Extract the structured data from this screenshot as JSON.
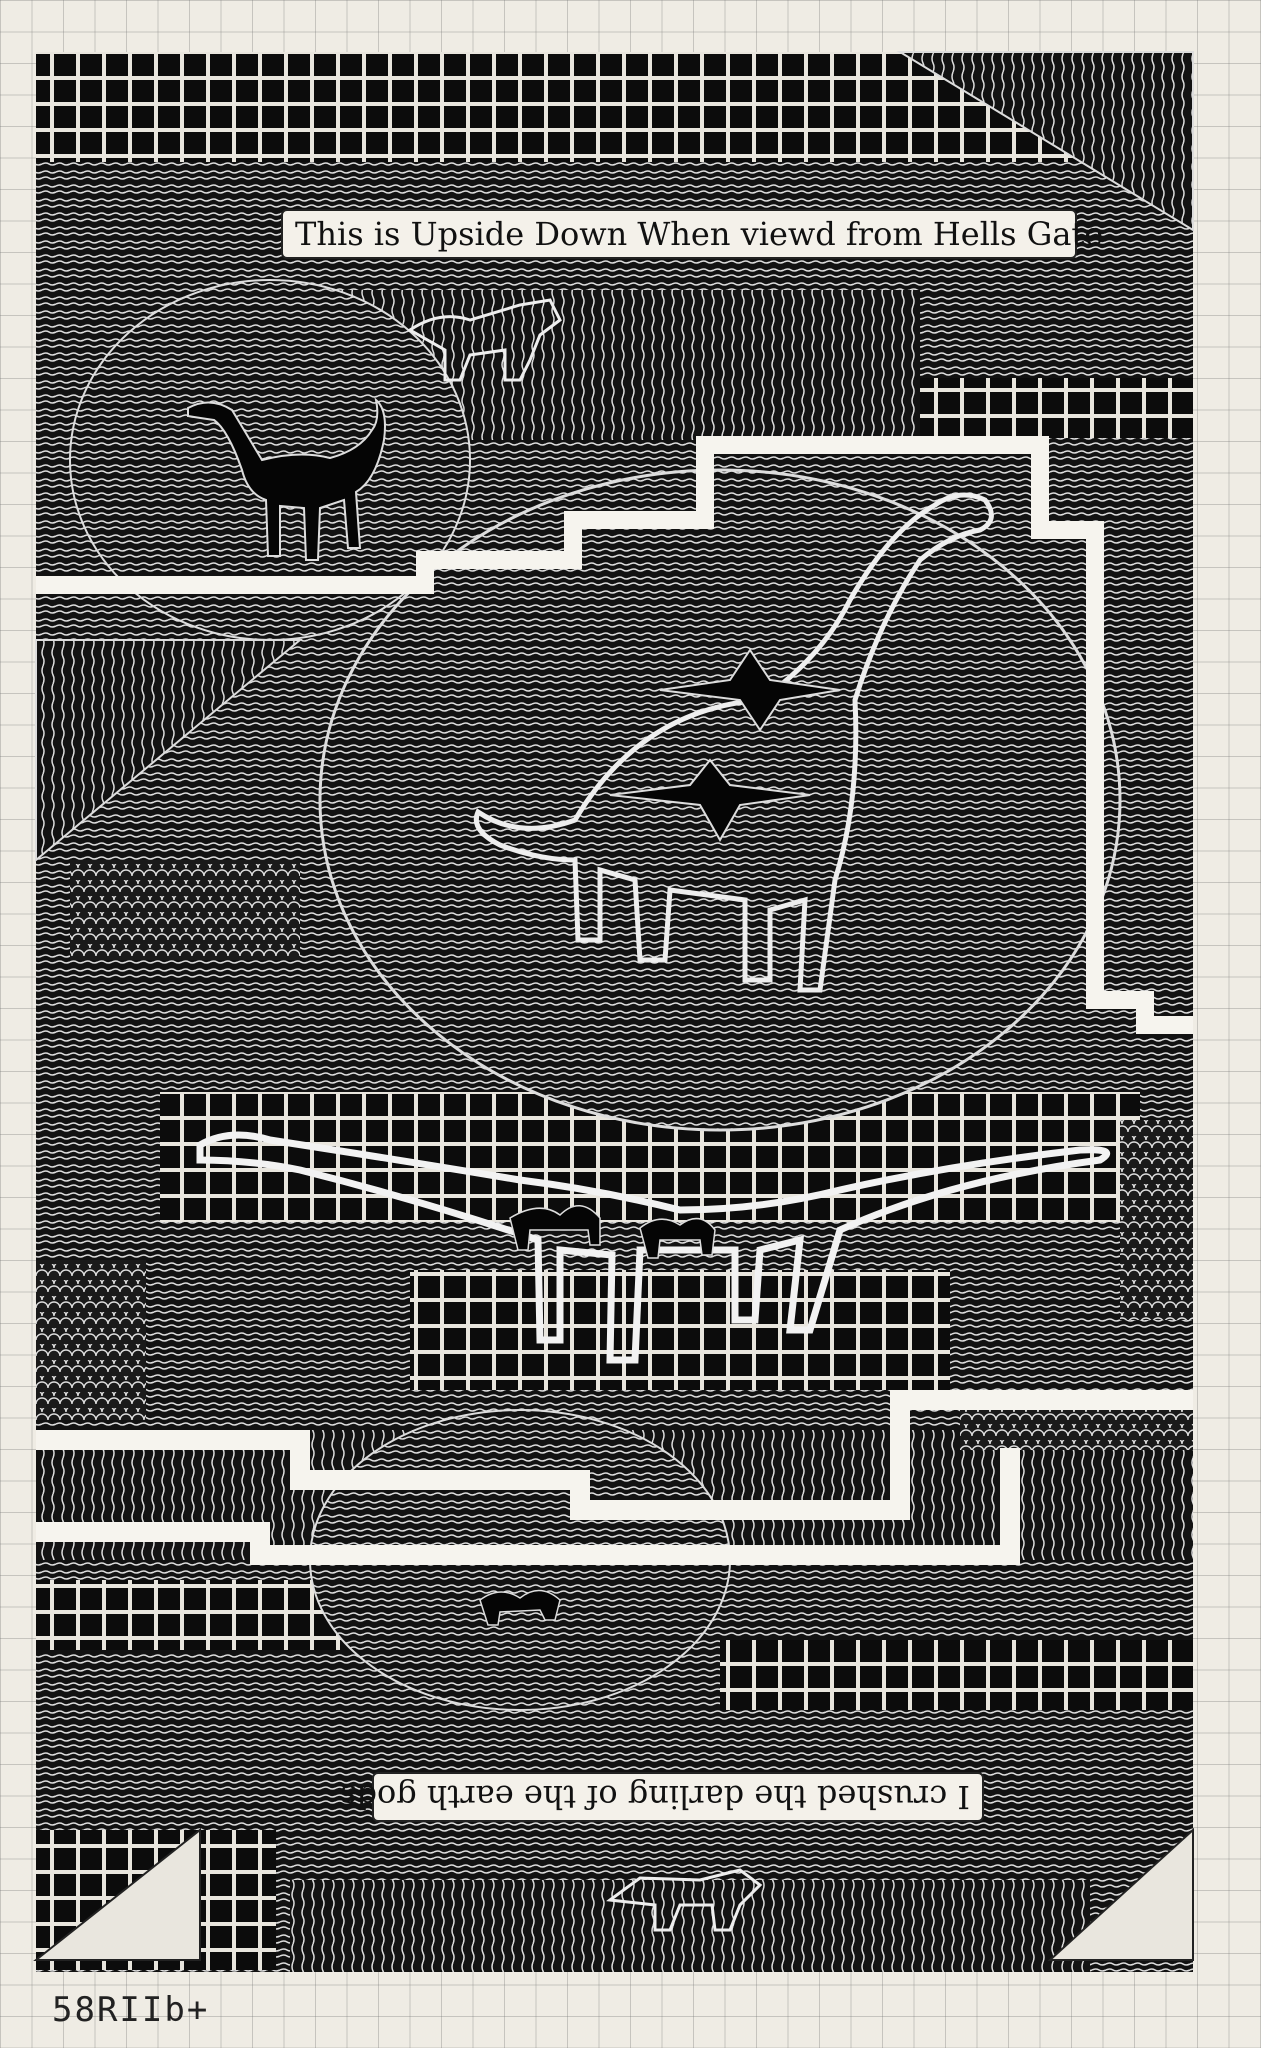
{
  "captions": {
    "top": "This is Upside Down When viewd from Hells Gate",
    "bottom": "I crushed the darling of the earth gods"
  },
  "page_number": "58RIIb+",
  "colors": {
    "paper": "#efece4",
    "ink": "#111111",
    "grid": "#8a8a8a",
    "highlight": "#f4f1ea"
  }
}
